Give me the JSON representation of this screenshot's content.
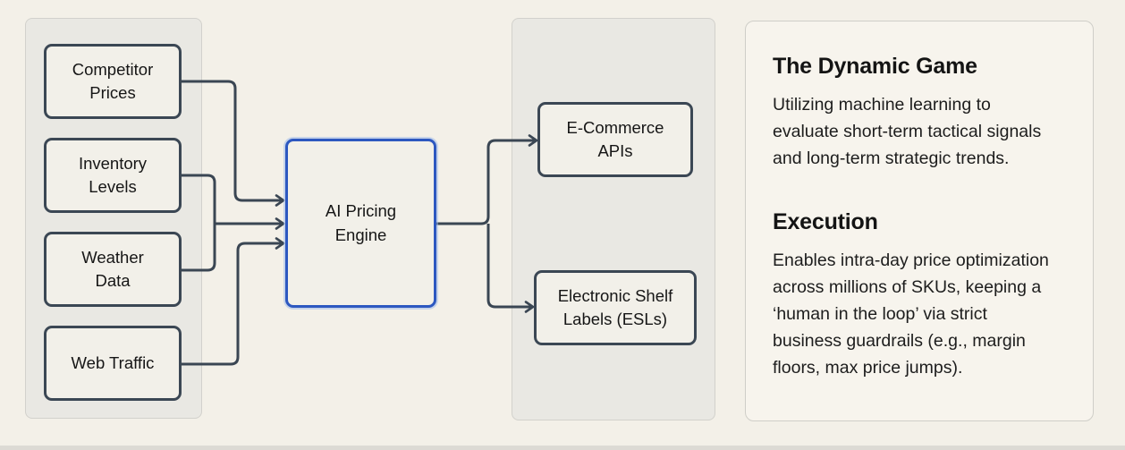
{
  "colors": {
    "background": "#f3f0e8",
    "panel_gray": "#e9e8e3",
    "panel_border": "#d2d1cc",
    "node_fill": "#f2f0e9",
    "node_border": "#3b4754",
    "engine_border": "#2d58c0",
    "connector": "#3a4653",
    "text": "#161616",
    "info_panel_fill": "#f7f4ed",
    "info_panel_border": "#cfcec8",
    "bottom_strip": "#dcdad4"
  },
  "diagram": {
    "inputs": [
      {
        "label": "Competitor Prices"
      },
      {
        "label": "Inventory Levels"
      },
      {
        "label": "Weather Data"
      },
      {
        "label": "Web Traffic"
      }
    ],
    "engine": {
      "label": "AI Pricing Engine"
    },
    "outputs": [
      {
        "label": "E-Commerce APIs"
      },
      {
        "label": "Electronic Shelf Labels (ESLs)"
      }
    ]
  },
  "info_panel": {
    "sections": [
      {
        "heading": "The Dynamic Game",
        "body": "Utilizing machine learning to\nevaluate short-term tactical signals\nand long-term strategic trends."
      },
      {
        "heading": "Execution",
        "body": "Enables intra-day price optimization\nacross millions of SKUs, keeping a\n‘human in the loop’ via strict\nbusiness guardrails (e.g., margin\nfloors, max price jumps)."
      }
    ]
  }
}
